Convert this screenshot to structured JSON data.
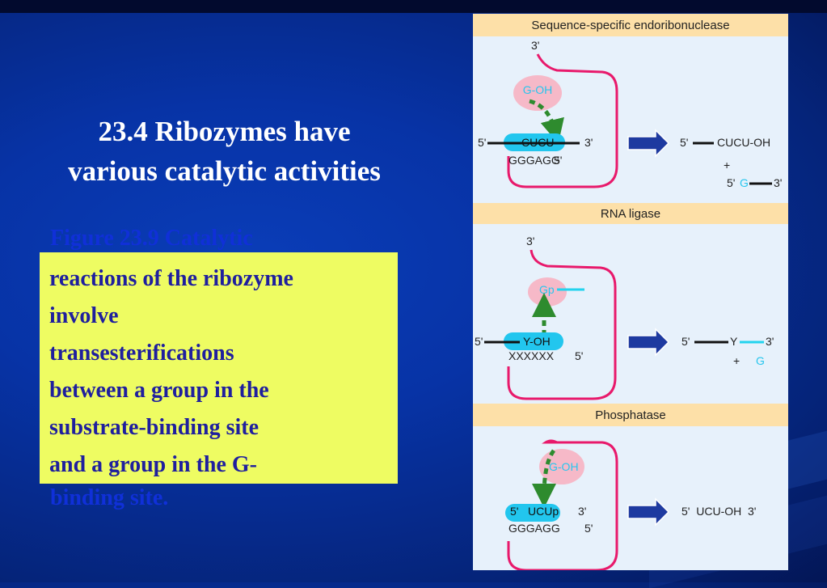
{
  "slide": {
    "title_line1": "23.4 Ribozymes have",
    "title_line2": "various catalytic activities",
    "caption": {
      "line1": "Figure 23.9 Catalytic",
      "highlight_lines": [
        "reactions of the ribozyme",
        "involve",
        "transesterifications",
        "between a group in the",
        "substrate-binding site",
        "and a group in the G-"
      ],
      "line_last": "binding site."
    }
  },
  "figure": {
    "panels": [
      {
        "header": "Sequence-specific endoribonuclease",
        "label_3prime_top": "3'",
        "g_label": "G-OH",
        "left_5": "5'",
        "left_seq": "CUCU",
        "left_3": "3'",
        "bottom_seq": "GGGAGG",
        "bottom_5": "5'",
        "product_5": "5'",
        "product_seq": "CUCU-OH",
        "plus": "+",
        "product2_5": "5'",
        "product2_g": "G",
        "product2_3": "3'"
      },
      {
        "header": "RNA ligase",
        "label_3prime_top": "3'",
        "g_label": "Gp",
        "left_5": "5'",
        "left_seq": "Y-OH",
        "bottom_seq": "XXXXXX",
        "bottom_5": "5'",
        "product_5": "5'",
        "product_y": "Y",
        "product_3": "3'",
        "plus": "+",
        "product_g": "G"
      },
      {
        "header": "Phosphatase",
        "g_label": "G-OH",
        "left_5": "5'",
        "left_seq": "UCUp",
        "left_3": "3'",
        "bottom_seq": "GGGAGG",
        "bottom_5": "5'",
        "product": "5'  UCU-OH  3'"
      }
    ],
    "colors": {
      "header_bg": "#fde0a8",
      "panel_bg": "#e7f1fb",
      "ribozyme_loop": "#e8196b",
      "substrate_pill": "#22c6ee",
      "g_blob": "#f6b9c8",
      "g_text": "#28c6ee",
      "arrow_dashed": "#2e8b2e",
      "reaction_arrow": "#1e3aa0"
    }
  }
}
